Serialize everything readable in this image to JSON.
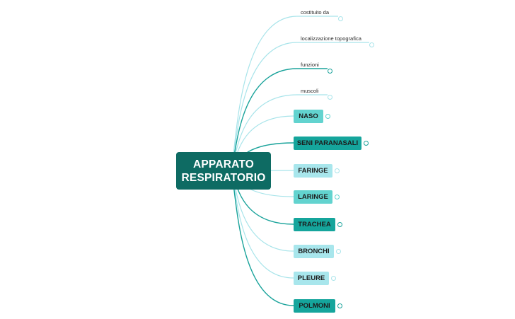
{
  "root": {
    "line1": "APPARATO",
    "line2": "RESPIRATORIO"
  },
  "colors": {
    "root_bg": "#0e6b63",
    "light": "#a8e6ec",
    "mid": "#62d3cf",
    "dark": "#15a59c",
    "line_light": "#a8e4ea",
    "line_dark": "#1aa39b"
  },
  "text_branches": [
    {
      "label": "costituito da",
      "tone": "light"
    },
    {
      "label": "localizzazione topografica",
      "tone": "light"
    },
    {
      "label": "funzioni",
      "tone": "dark"
    },
    {
      "label": "muscoli",
      "tone": "light"
    }
  ],
  "boxed_branches": [
    {
      "label": "NASO",
      "tone": "mid"
    },
    {
      "label": "SENI PARANASALI",
      "tone": "dark"
    },
    {
      "label": "FARINGE",
      "tone": "light"
    },
    {
      "label": "LARINGE",
      "tone": "mid"
    },
    {
      "label": "TRACHEA",
      "tone": "dark"
    },
    {
      "label": "BRONCHI",
      "tone": "light"
    },
    {
      "label": "PLEURE",
      "tone": "light"
    },
    {
      "label": "POLMONI",
      "tone": "dark"
    }
  ]
}
